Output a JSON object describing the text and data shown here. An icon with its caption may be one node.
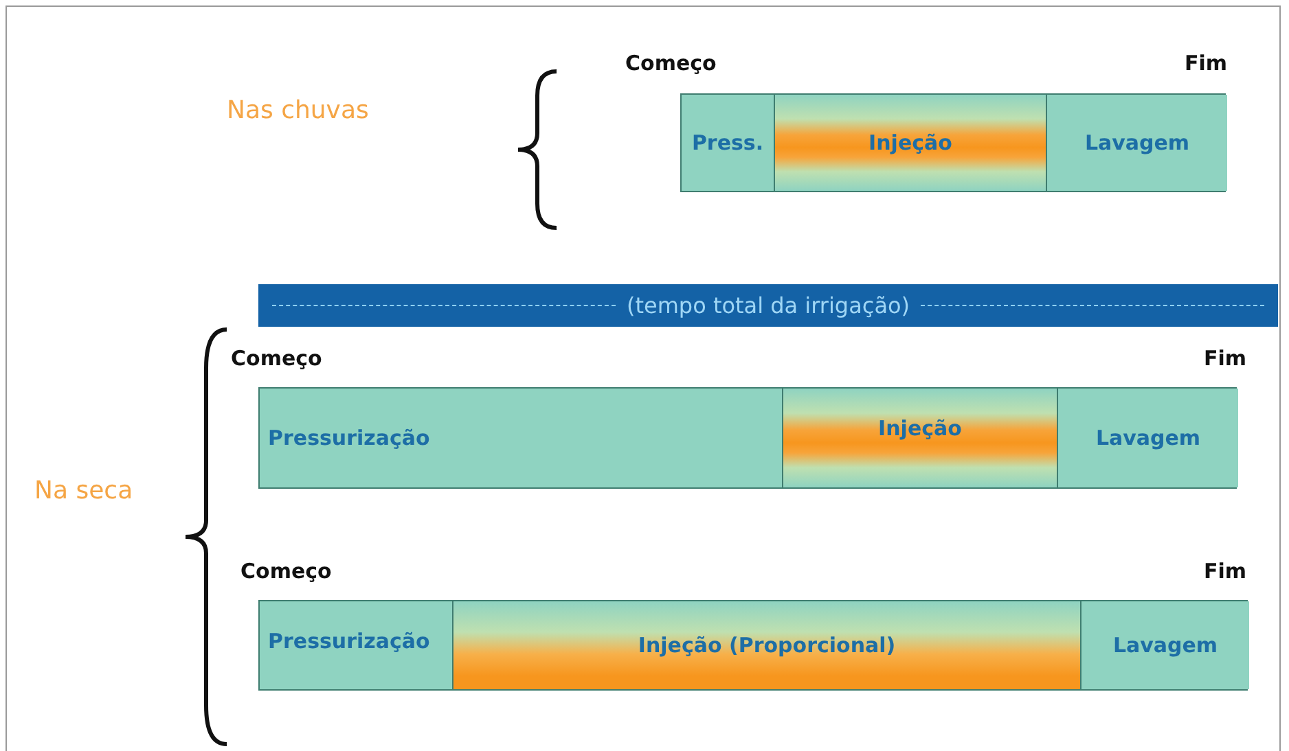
{
  "diagram": {
    "nodes": [
      {
        "text": [],
        "shape": "bar"
      },
      {
        "text": [
          "Press."
        ],
        "in": 0
      },
      {
        "text": [
          "Injeção"
        ],
        "in": 0
      },
      {
        "text": [
          "Lavagem"
        ],
        "in": 0
      },
      {
        "text": [
          "(tempo total da irrigação)"
        ]
      },
      {
        "text": [],
        "shape": "bar"
      },
      {
        "text": [
          "Pressurização"
        ],
        "in": 5
      },
      {
        "text": [
          "Injeção"
        ],
        "in": 5
      },
      {
        "text": [
          "Lavagem"
        ],
        "in": 5
      },
      {
        "text": [],
        "shape": "bar"
      },
      {
        "text": [
          "Pressurização"
        ],
        "in": 9
      },
      {
        "text": [
          "Injeção (Proporcional)"
        ],
        "in": 9
      },
      {
        "text": [
          "Lavagem"
        ],
        "in": 9
      }
    ],
    "labels": [
      "Começo",
      "Fim",
      "Nas chuvas",
      "Começo",
      "Fim",
      "Na seca",
      "Começo",
      "Fim"
    ]
  }
}
